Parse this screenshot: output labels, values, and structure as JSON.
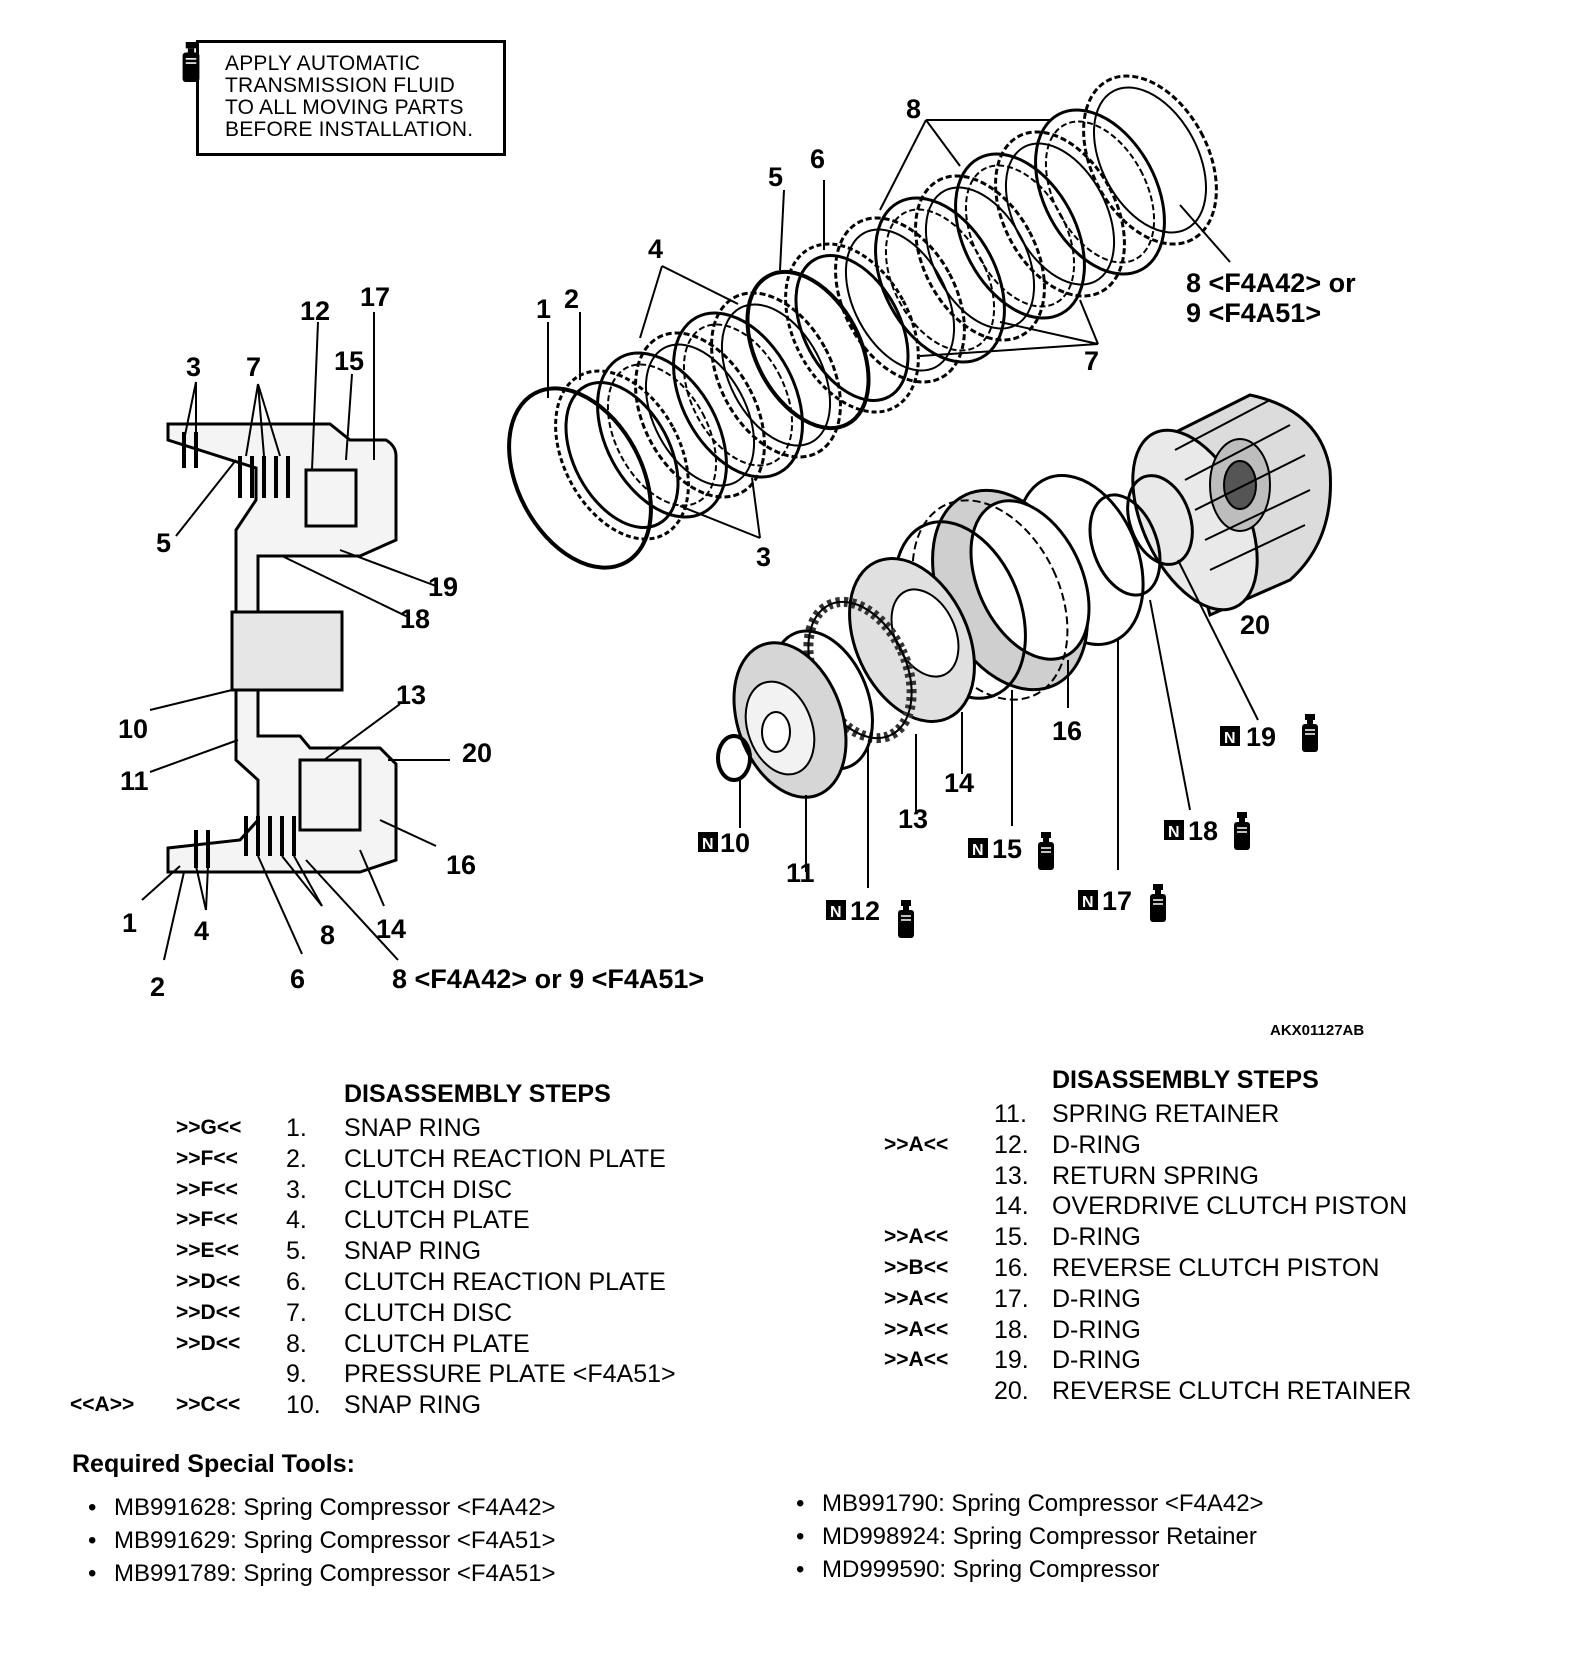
{
  "note": {
    "icon": "atf-bottle-icon",
    "text": "APPLY AUTOMATIC\nTRANSMISSION FLUID\nTO ALL MOVING PARTS\nBEFORE INSTALLATION."
  },
  "figure_code": "AKX01127AB",
  "callouts": {
    "c1": "1",
    "c2": "2",
    "c3": "3",
    "c3b": "3",
    "c4": "4",
    "c5": "5",
    "c6": "6",
    "c7": "7",
    "c8": "8",
    "c8or9": "8 <F4A42> or",
    "c9": "9 <F4A51>",
    "c11": "11",
    "c13": "13",
    "c14": "14",
    "c16": "16",
    "c20": "20",
    "n10": "10",
    "n12": "12",
    "n15": "15",
    "n17": "17",
    "n18": "18",
    "n19": "19",
    "new_part_symbol": "N",
    "s1": "1",
    "s2": "2",
    "s3": "3",
    "s4": "4",
    "s5": "5",
    "s6": "6",
    "s7": "7",
    "s8": "8",
    "s10": "10",
    "s11": "11",
    "s12": "12",
    "s13": "13",
    "s14": "14",
    "s15": "15",
    "s16": "16",
    "s17": "17",
    "s18": "18",
    "s19": "19",
    "s20": "20",
    "s_bottom": "8 <F4A42> or 9 <F4A51>"
  },
  "steps_left": {
    "title": "DISASSEMBLY STEPS",
    "rows": [
      {
        "ref2": "",
        "ref": ">>G<<",
        "num": "1.",
        "name": "SNAP RING"
      },
      {
        "ref2": "",
        "ref": ">>F<<",
        "num": "2.",
        "name": "CLUTCH REACTION PLATE"
      },
      {
        "ref2": "",
        "ref": ">>F<<",
        "num": "3.",
        "name": "CLUTCH DISC"
      },
      {
        "ref2": "",
        "ref": ">>F<<",
        "num": "4.",
        "name": "CLUTCH PLATE"
      },
      {
        "ref2": "",
        "ref": ">>E<<",
        "num": "5.",
        "name": "SNAP RING"
      },
      {
        "ref2": "",
        "ref": ">>D<<",
        "num": "6.",
        "name": "CLUTCH REACTION PLATE"
      },
      {
        "ref2": "",
        "ref": ">>D<<",
        "num": "7.",
        "name": "CLUTCH DISC"
      },
      {
        "ref2": "",
        "ref": ">>D<<",
        "num": "8.",
        "name": "CLUTCH PLATE"
      },
      {
        "ref2": "",
        "ref": "",
        "num": "9.",
        "name": "PRESSURE PLATE <F4A51>"
      },
      {
        "ref2": "<<A>>",
        "ref": ">>C<<",
        "num": "10.",
        "name": "SNAP RING"
      }
    ]
  },
  "steps_right": {
    "title": "DISASSEMBLY STEPS",
    "rows": [
      {
        "ref": "",
        "num": "11.",
        "name": "SPRING RETAINER"
      },
      {
        "ref": ">>A<<",
        "num": "12.",
        "name": "D-RING"
      },
      {
        "ref": "",
        "num": "13.",
        "name": "RETURN SPRING"
      },
      {
        "ref": "",
        "num": "14.",
        "name": "OVERDRIVE CLUTCH PISTON"
      },
      {
        "ref": ">>A<<",
        "num": "15.",
        "name": "D-RING"
      },
      {
        "ref": ">>B<<",
        "num": "16.",
        "name": "REVERSE CLUTCH PISTON"
      },
      {
        "ref": ">>A<<",
        "num": "17.",
        "name": "D-RING"
      },
      {
        "ref": ">>A<<",
        "num": "18.",
        "name": "D-RING"
      },
      {
        "ref": ">>A<<",
        "num": "19.",
        "name": "D-RING"
      },
      {
        "ref": "",
        "num": "20.",
        "name": "REVERSE CLUTCH RETAINER"
      }
    ]
  },
  "tools": {
    "title": "Required Special Tools:",
    "left": [
      "MB991628: Spring Compressor <F4A42>",
      "MB991629: Spring Compressor <F4A51>",
      "MB991789: Spring Compressor <F4A51>"
    ],
    "right": [
      "MB991790: Spring Compressor <F4A42>",
      "MD998924: Spring Compressor Retainer",
      "MD999590: Spring Compressor"
    ]
  }
}
